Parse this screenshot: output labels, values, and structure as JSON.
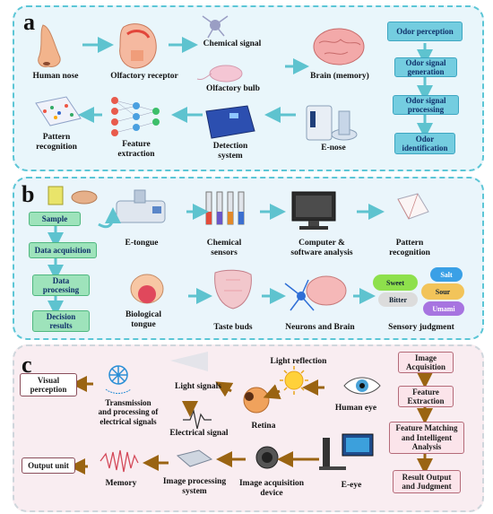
{
  "panel_a": {
    "letter": "a",
    "human_nose": "Human nose",
    "olfactory_receptor": "Olfactory receptor",
    "chemical_signal": "Chemical signal",
    "olfactory_bulb": "Olfactory bulb",
    "brain_memory": "Brain (memory)",
    "pattern_recognition": "Pattern\nrecognition",
    "feature_extraction": "Feature\nextraction",
    "detection_system": "Detection\nsystem",
    "e_nose": "E-nose",
    "steps": [
      "Odor perception",
      "Odor signal\ngeneration",
      "Odor signal\nprocessing",
      "Odor\nidentification"
    ]
  },
  "panel_b": {
    "letter": "b",
    "steps": [
      "Sample",
      "Data acquisition",
      "Data\nprocessing",
      "Decision\nresults"
    ],
    "e_tongue": "E-tongue",
    "chemical_sensors": "Chemical\nsensors",
    "computer": "Computer &\nsoftware analysis",
    "pattern_recognition": "Pattern\nrecognition",
    "biological_tongue": "Biological\ntongue",
    "taste_buds": "Taste buds",
    "neurons_brain": "Neurons and Brain",
    "sensory_judgment": "Sensory judgment",
    "tastes": [
      "Salt",
      "Sweet",
      "Sour",
      "Bitter",
      "Umami"
    ]
  },
  "panel_c": {
    "letter": "c",
    "visual_perception": "Visual\nperception",
    "transmission": "Transmission\nand processing of\nelectrical signals",
    "light_signals": "Light signals",
    "light_reflection": "Light reflection",
    "human_eye": "Human eye",
    "electrical_signal": "Electrical signal",
    "retina": "Retina",
    "output_unit": "Output unit",
    "memory": "Memory",
    "image_processing": "Image processing\nsystem",
    "image_acquisition": "Image acquisition\ndevice",
    "e_eye": "E-eye",
    "steps": [
      "Image\nAcquisition",
      "Feature\nExtraction",
      "Feature Matching\nand Intelligent\nAnalysis",
      "Result Output\nand Judgment"
    ]
  },
  "colors": {
    "arrow_teal": "#5ec3cf",
    "arrow_brown": "#9a6412",
    "panel_border": "#5cc6d6"
  }
}
